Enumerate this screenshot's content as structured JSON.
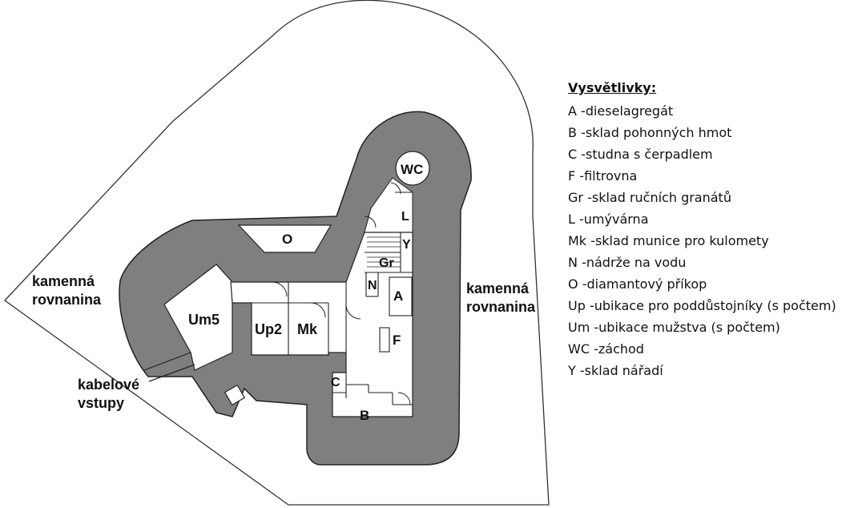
{
  "legend": {
    "title": "Vysvětlivky:",
    "items": [
      {
        "code": "A",
        "text": "-dieselagregát"
      },
      {
        "code": "B",
        "text": "-sklad pohonných hmot"
      },
      {
        "code": "C",
        "text": "-studna s čerpadlem"
      },
      {
        "code": "F",
        "text": "-filtrovna"
      },
      {
        "code": "Gr",
        "text": "-sklad ručních granátů"
      },
      {
        "code": "L",
        "text": "-umývárna"
      },
      {
        "code": "Mk",
        "text": "-sklad munice pro kulomety"
      },
      {
        "code": "N",
        "text": "-nádrže na vodu"
      },
      {
        "code": "O",
        "text": "-diamantový příkop"
      },
      {
        "code": "Up",
        "text": "-ubikace pro poddůstojníky (s počtem)"
      },
      {
        "code": "Um",
        "text": "-ubikace mužstva (s počtem)"
      },
      {
        "code": "WC",
        "text": "-záchod"
      },
      {
        "code": "Y",
        "text": "-sklad nářadí"
      }
    ]
  },
  "labels": {
    "left_terrain": [
      "kamenná",
      "rovnanina"
    ],
    "right_terrain": [
      "kamenná",
      "rovnanina"
    ],
    "cable_entries": [
      "kabelové",
      "vstupy"
    ]
  },
  "rooms": {
    "wc": "WC",
    "l": "L",
    "y": "Y",
    "gr": "Gr",
    "o": "O",
    "n": "N",
    "a": "A",
    "f": "F",
    "c": "C",
    "b": "B",
    "um5": "Um5",
    "up2": "Up2",
    "mk": "Mk"
  }
}
